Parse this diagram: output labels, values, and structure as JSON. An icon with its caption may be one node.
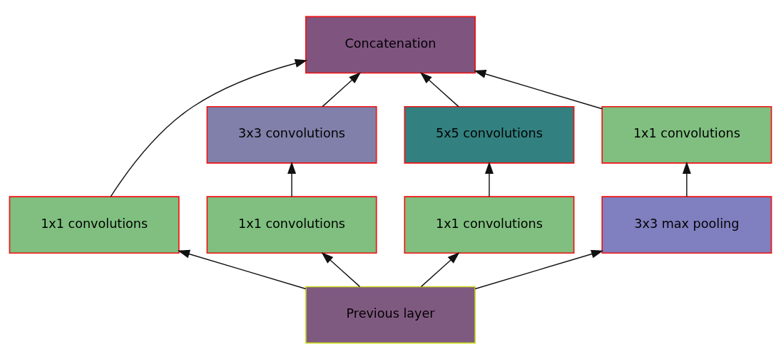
{
  "diagram": {
    "nodes": [
      {
        "text": [
          "Concatenation"
        ]
      },
      {
        "text": [
          "3x3 convolutions"
        ]
      },
      {
        "text": [
          "5x5 convolutions"
        ]
      },
      {
        "text": [
          "1x1 convolutions"
        ]
      },
      {
        "text": [
          "1x1 convolutions"
        ]
      },
      {
        "text": [
          "1x1 convolutions"
        ]
      },
      {
        "text": [
          "1x1 convolutions"
        ]
      },
      {
        "text": [
          "3x3 max pooling"
        ]
      },
      {
        "text": [
          "Previous layer"
        ]
      }
    ],
    "edges": [
      {
        "from": 8,
        "to": 4,
        "arrow": "to"
      },
      {
        "from": 8,
        "to": 5,
        "arrow": "to"
      },
      {
        "from": 8,
        "to": 6,
        "arrow": "to"
      },
      {
        "from": 8,
        "to": 7,
        "arrow": "to"
      },
      {
        "from": 5,
        "to": 1,
        "arrow": "to"
      },
      {
        "from": 6,
        "to": 2,
        "arrow": "to"
      },
      {
        "from": 7,
        "to": 3,
        "arrow": "to"
      },
      {
        "from": 4,
        "to": 0,
        "arrow": "to"
      },
      {
        "from": 1,
        "to": 0,
        "arrow": "to"
      },
      {
        "from": 2,
        "to": 0,
        "arrow": "to"
      },
      {
        "from": 3,
        "to": 0,
        "arrow": "to"
      }
    ]
  }
}
